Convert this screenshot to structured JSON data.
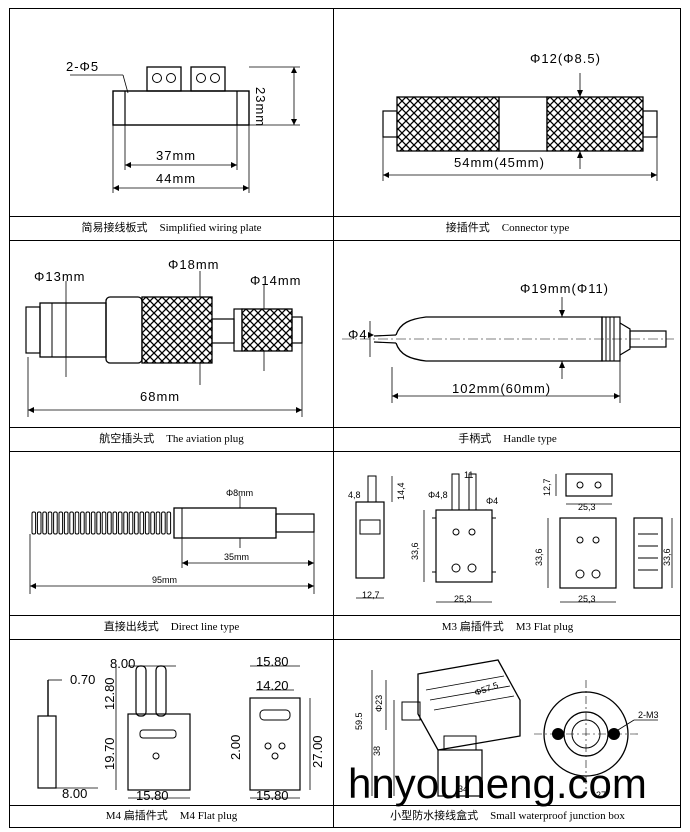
{
  "panels": [
    {
      "id": "p1",
      "caption_cn": "简易接线板式",
      "caption_en": "Simplified wiring plate",
      "dims": {
        "holes": "2-Φ5",
        "height": "23mm",
        "inner": "37mm",
        "outer": "44mm"
      }
    },
    {
      "id": "p2",
      "caption_cn": "接插件式",
      "caption_en": "Connector type",
      "dims": {
        "diameter": "Φ12(Φ8.5)",
        "length": "54mm(45mm)"
      }
    },
    {
      "id": "p3",
      "caption_cn": "航空插头式",
      "caption_en": "The aviation plug",
      "dims": {
        "d1": "Φ13mm",
        "d2": "Φ18mm",
        "d3": "Φ14mm",
        "length": "68mm"
      }
    },
    {
      "id": "p4",
      "caption_cn": "手柄式",
      "caption_en": "Handle type",
      "dims": {
        "tip": "Φ4",
        "diameter": "Φ19mm(Φ11)",
        "length": "102mm(60mm)"
      }
    },
    {
      "id": "p5",
      "caption_cn": "直接出线式",
      "caption_en": "Direct line type",
      "dims": {
        "diameter": "Φ8mm",
        "short": "35mm",
        "long": "95mm"
      }
    },
    {
      "id": "p6",
      "caption_cn": "M3 扁插件式",
      "caption_en": "M3 Flat plug",
      "dims": {
        "a": "4,8",
        "b": "14,4",
        "c": "Φ4,8",
        "d": "Φ4",
        "e": "11",
        "f": "12,7",
        "g": "25,3",
        "h": "33,6",
        "i": "12,7",
        "j": "25,3",
        "k": "33,6",
        "l": "25,3",
        "m": "33,6"
      }
    },
    {
      "id": "p7",
      "caption_cn": "M4 扁插件式",
      "caption_en": "M4 Flat plug",
      "dims": {
        "a": "0.70",
        "b": "8.00",
        "c": "12.80",
        "d": "19.70",
        "e": "15.80",
        "f": "8.00",
        "g": "15.80",
        "h": "14.20",
        "i": "2.00",
        "j": "27.00",
        "k": "15.80"
      }
    },
    {
      "id": "p8",
      "caption_cn": "小型防水接线盒式",
      "caption_en": "Small waterproof junction box",
      "dims": {
        "a": "Φ57.5",
        "b": "59.5",
        "c": "Φ23",
        "d": "38",
        "e": "2-M3",
        "f": "34",
        "g": "27"
      }
    }
  ],
  "watermark": "hnyouneng.com"
}
